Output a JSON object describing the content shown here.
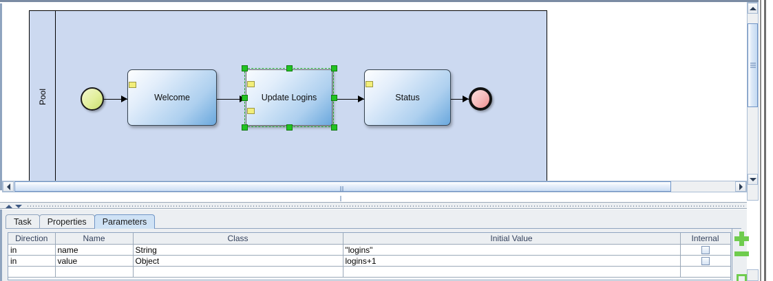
{
  "canvas": {
    "pool": {
      "label": "Pool"
    },
    "nodes": [
      {
        "id": "start",
        "type": "start-event",
        "label": ""
      },
      {
        "id": "welcome",
        "type": "task",
        "label": "Welcome"
      },
      {
        "id": "update",
        "type": "task",
        "label": "Update Logins",
        "selected": true
      },
      {
        "id": "status",
        "type": "task",
        "label": "Status"
      },
      {
        "id": "end",
        "type": "end-event",
        "label": ""
      }
    ]
  },
  "scrollbars": {
    "vertical": {
      "up_arrow": "▲",
      "down_arrow": "▼"
    },
    "horizontal": {
      "left_arrow": "◀",
      "right_arrow": "▶"
    }
  },
  "bottom_panel": {
    "tabs": [
      {
        "label": "Task",
        "active": false
      },
      {
        "label": "Properties",
        "active": false
      },
      {
        "label": "Parameters",
        "active": true
      }
    ],
    "table": {
      "columns": [
        "Direction",
        "Name",
        "Class",
        "Initial Value",
        "Internal"
      ],
      "rows": [
        {
          "direction": "in",
          "name": "name",
          "class": "String",
          "initial_value": "\"logins\"",
          "internal": false
        },
        {
          "direction": "in",
          "name": "value",
          "class": "Object",
          "initial_value": "logins+1",
          "internal": false
        }
      ]
    },
    "actions": [
      {
        "name": "add-parameter",
        "icon": "plus-icon"
      },
      {
        "name": "remove-parameter",
        "icon": "minus-icon"
      },
      {
        "name": "edit-parameter",
        "icon": "bracket-icon"
      }
    ]
  },
  "colors": {
    "pool_fill": "#ccd9f0",
    "task_accent": "#6aa8dd",
    "selection": "#22c322",
    "marker": "#f2ee7a",
    "start_event": "#d9e98a",
    "end_event": "#f0a0a0",
    "action_green": "#6fcc4e",
    "active_tab": "#cfe2f5"
  }
}
